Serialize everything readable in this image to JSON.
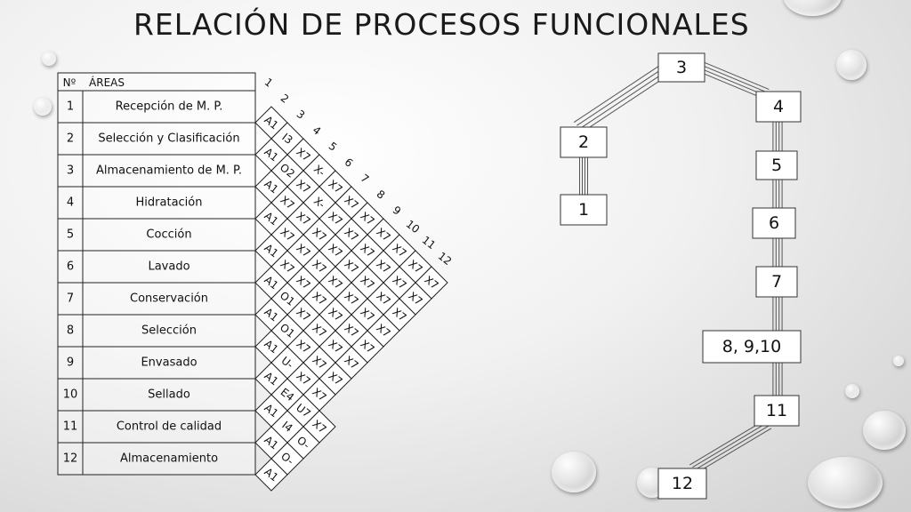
{
  "title": "RELACIÓN DE PROCESOS FUNCIONALES",
  "table": {
    "header_no": "Nº",
    "header_areas": "ÁREAS",
    "rows": [
      {
        "no": "1",
        "area": "Recepción de M. P."
      },
      {
        "no": "2",
        "area": "Selección y Clasificación"
      },
      {
        "no": "3",
        "area": "Almacenamiento de M. P."
      },
      {
        "no": "4",
        "area": "Hidratación"
      },
      {
        "no": "5",
        "area": "Cocción"
      },
      {
        "no": "6",
        "area": "Lavado"
      },
      {
        "no": "7",
        "area": "Conservación"
      },
      {
        "no": "8",
        "area": "Selección"
      },
      {
        "no": "9",
        "area": "Envasado"
      },
      {
        "no": "10",
        "area": "Sellado"
      },
      {
        "no": "11",
        "area": "Control de calidad"
      },
      {
        "no": "12",
        "area": "Almacenamiento"
      }
    ]
  },
  "matrix": {
    "column_numbers": [
      "1",
      "2",
      "3",
      "4",
      "5",
      "6",
      "7",
      "8",
      "9",
      "10",
      "11",
      "12"
    ],
    "pairs": [
      [
        "A1",
        "I3",
        "X7",
        "X-",
        "X7",
        "X7",
        "X7",
        "X7",
        "X7",
        "X7",
        "X7"
      ],
      [
        "A1",
        "O2",
        "X7",
        "X-",
        "X7",
        "X7",
        "X7",
        "X7",
        "X7",
        "X7"
      ],
      [
        "A1",
        "X7",
        "X7",
        "X7",
        "X7",
        "X7",
        "X7",
        "X7",
        "X7"
      ],
      [
        "A1",
        "X7",
        "X7",
        "X7",
        "X7",
        "X7",
        "X7",
        "X7"
      ],
      [
        "A1",
        "X7",
        "X7",
        "X7",
        "X7",
        "X7",
        "X7"
      ],
      [
        "A1",
        "O1",
        "X7",
        "X7",
        "X7",
        "X7"
      ],
      [
        "A1",
        "O1",
        "X7",
        "X7",
        "X7"
      ],
      [
        "A1",
        "U-",
        "X7",
        "X7"
      ],
      [
        "A1",
        "E4",
        "U7",
        "X7"
      ],
      [
        "A1",
        "I4",
        "O-"
      ],
      [
        "A1",
        "O-"
      ],
      [
        "A1"
      ]
    ]
  },
  "flow": {
    "nodes": [
      "3",
      "4",
      "2",
      "5",
      "1",
      "6",
      "7",
      "8, 9,10",
      "11",
      "12"
    ]
  }
}
